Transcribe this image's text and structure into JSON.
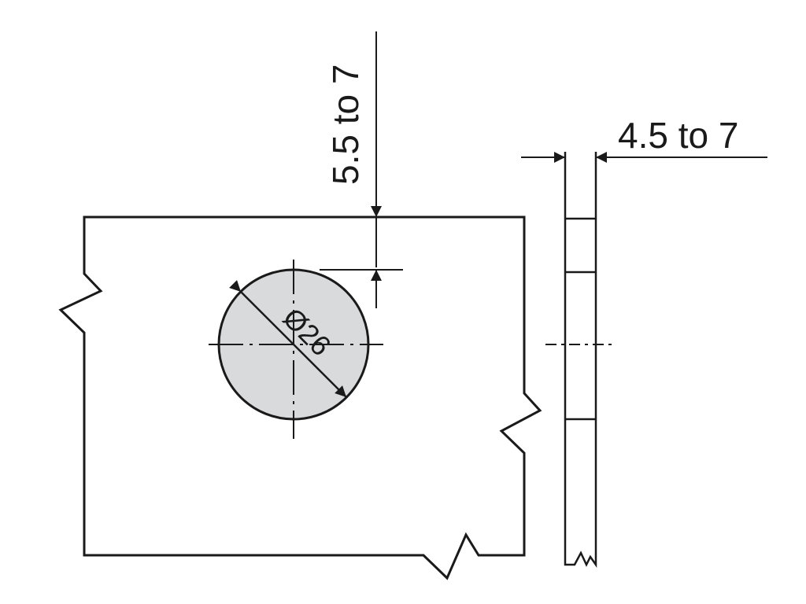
{
  "dimensions": {
    "edge_distance": "5.5 to 7",
    "door_thickness": "4.5 to 7",
    "hole_diameter": "Ø26"
  },
  "colors": {
    "line": "#1a1a1a",
    "hole_fill": "#d9dadc",
    "background": "#ffffff"
  }
}
